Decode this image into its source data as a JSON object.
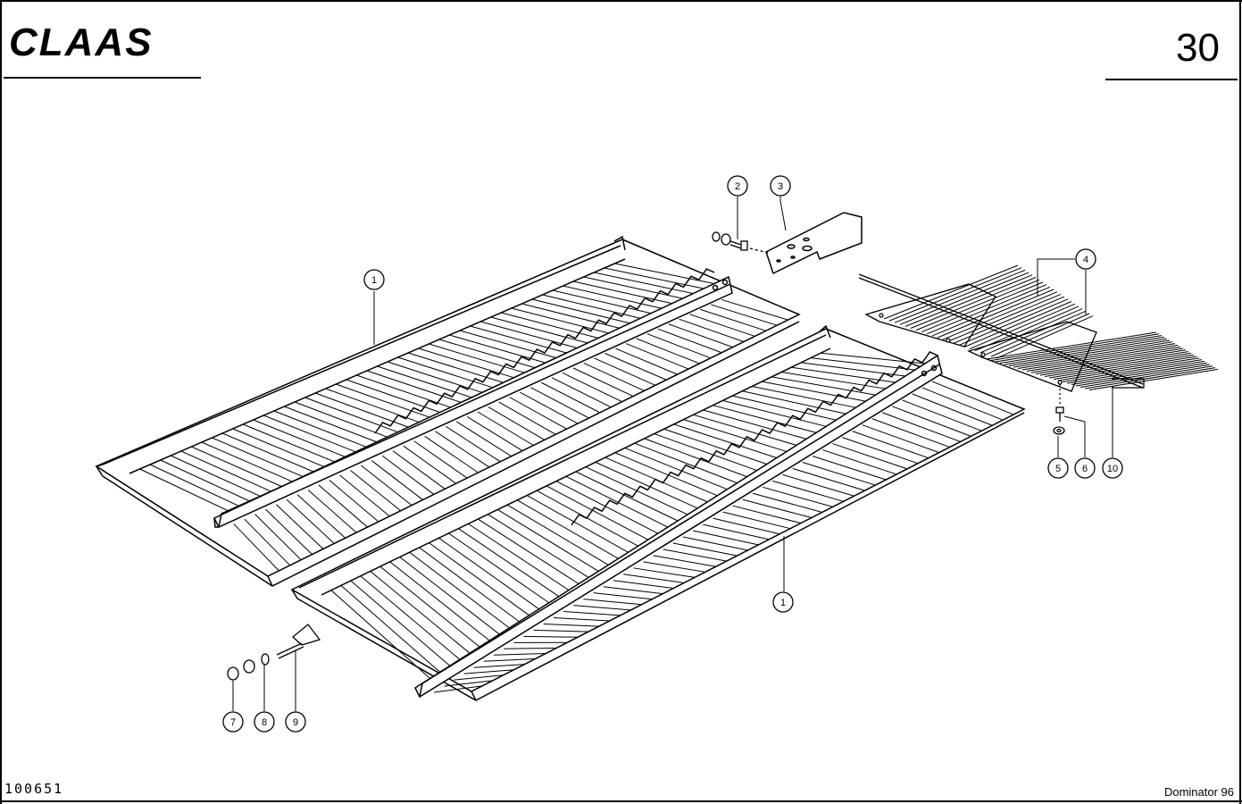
{
  "header": {
    "brand_logo_text": "CLAAS",
    "page_number": "30"
  },
  "footer": {
    "drawing_number": "100651",
    "model_name": "Dominator 96"
  },
  "callouts": {
    "part_1_left": "1",
    "part_1_right": "1",
    "part_2": "2",
    "part_3": "3",
    "part_4": "4",
    "part_5": "5",
    "part_6": "6",
    "part_7": "7",
    "part_8": "8",
    "part_9": "9",
    "part_10": "10"
  },
  "colors": {
    "ink": "#000000",
    "paper": "#ffffff"
  }
}
